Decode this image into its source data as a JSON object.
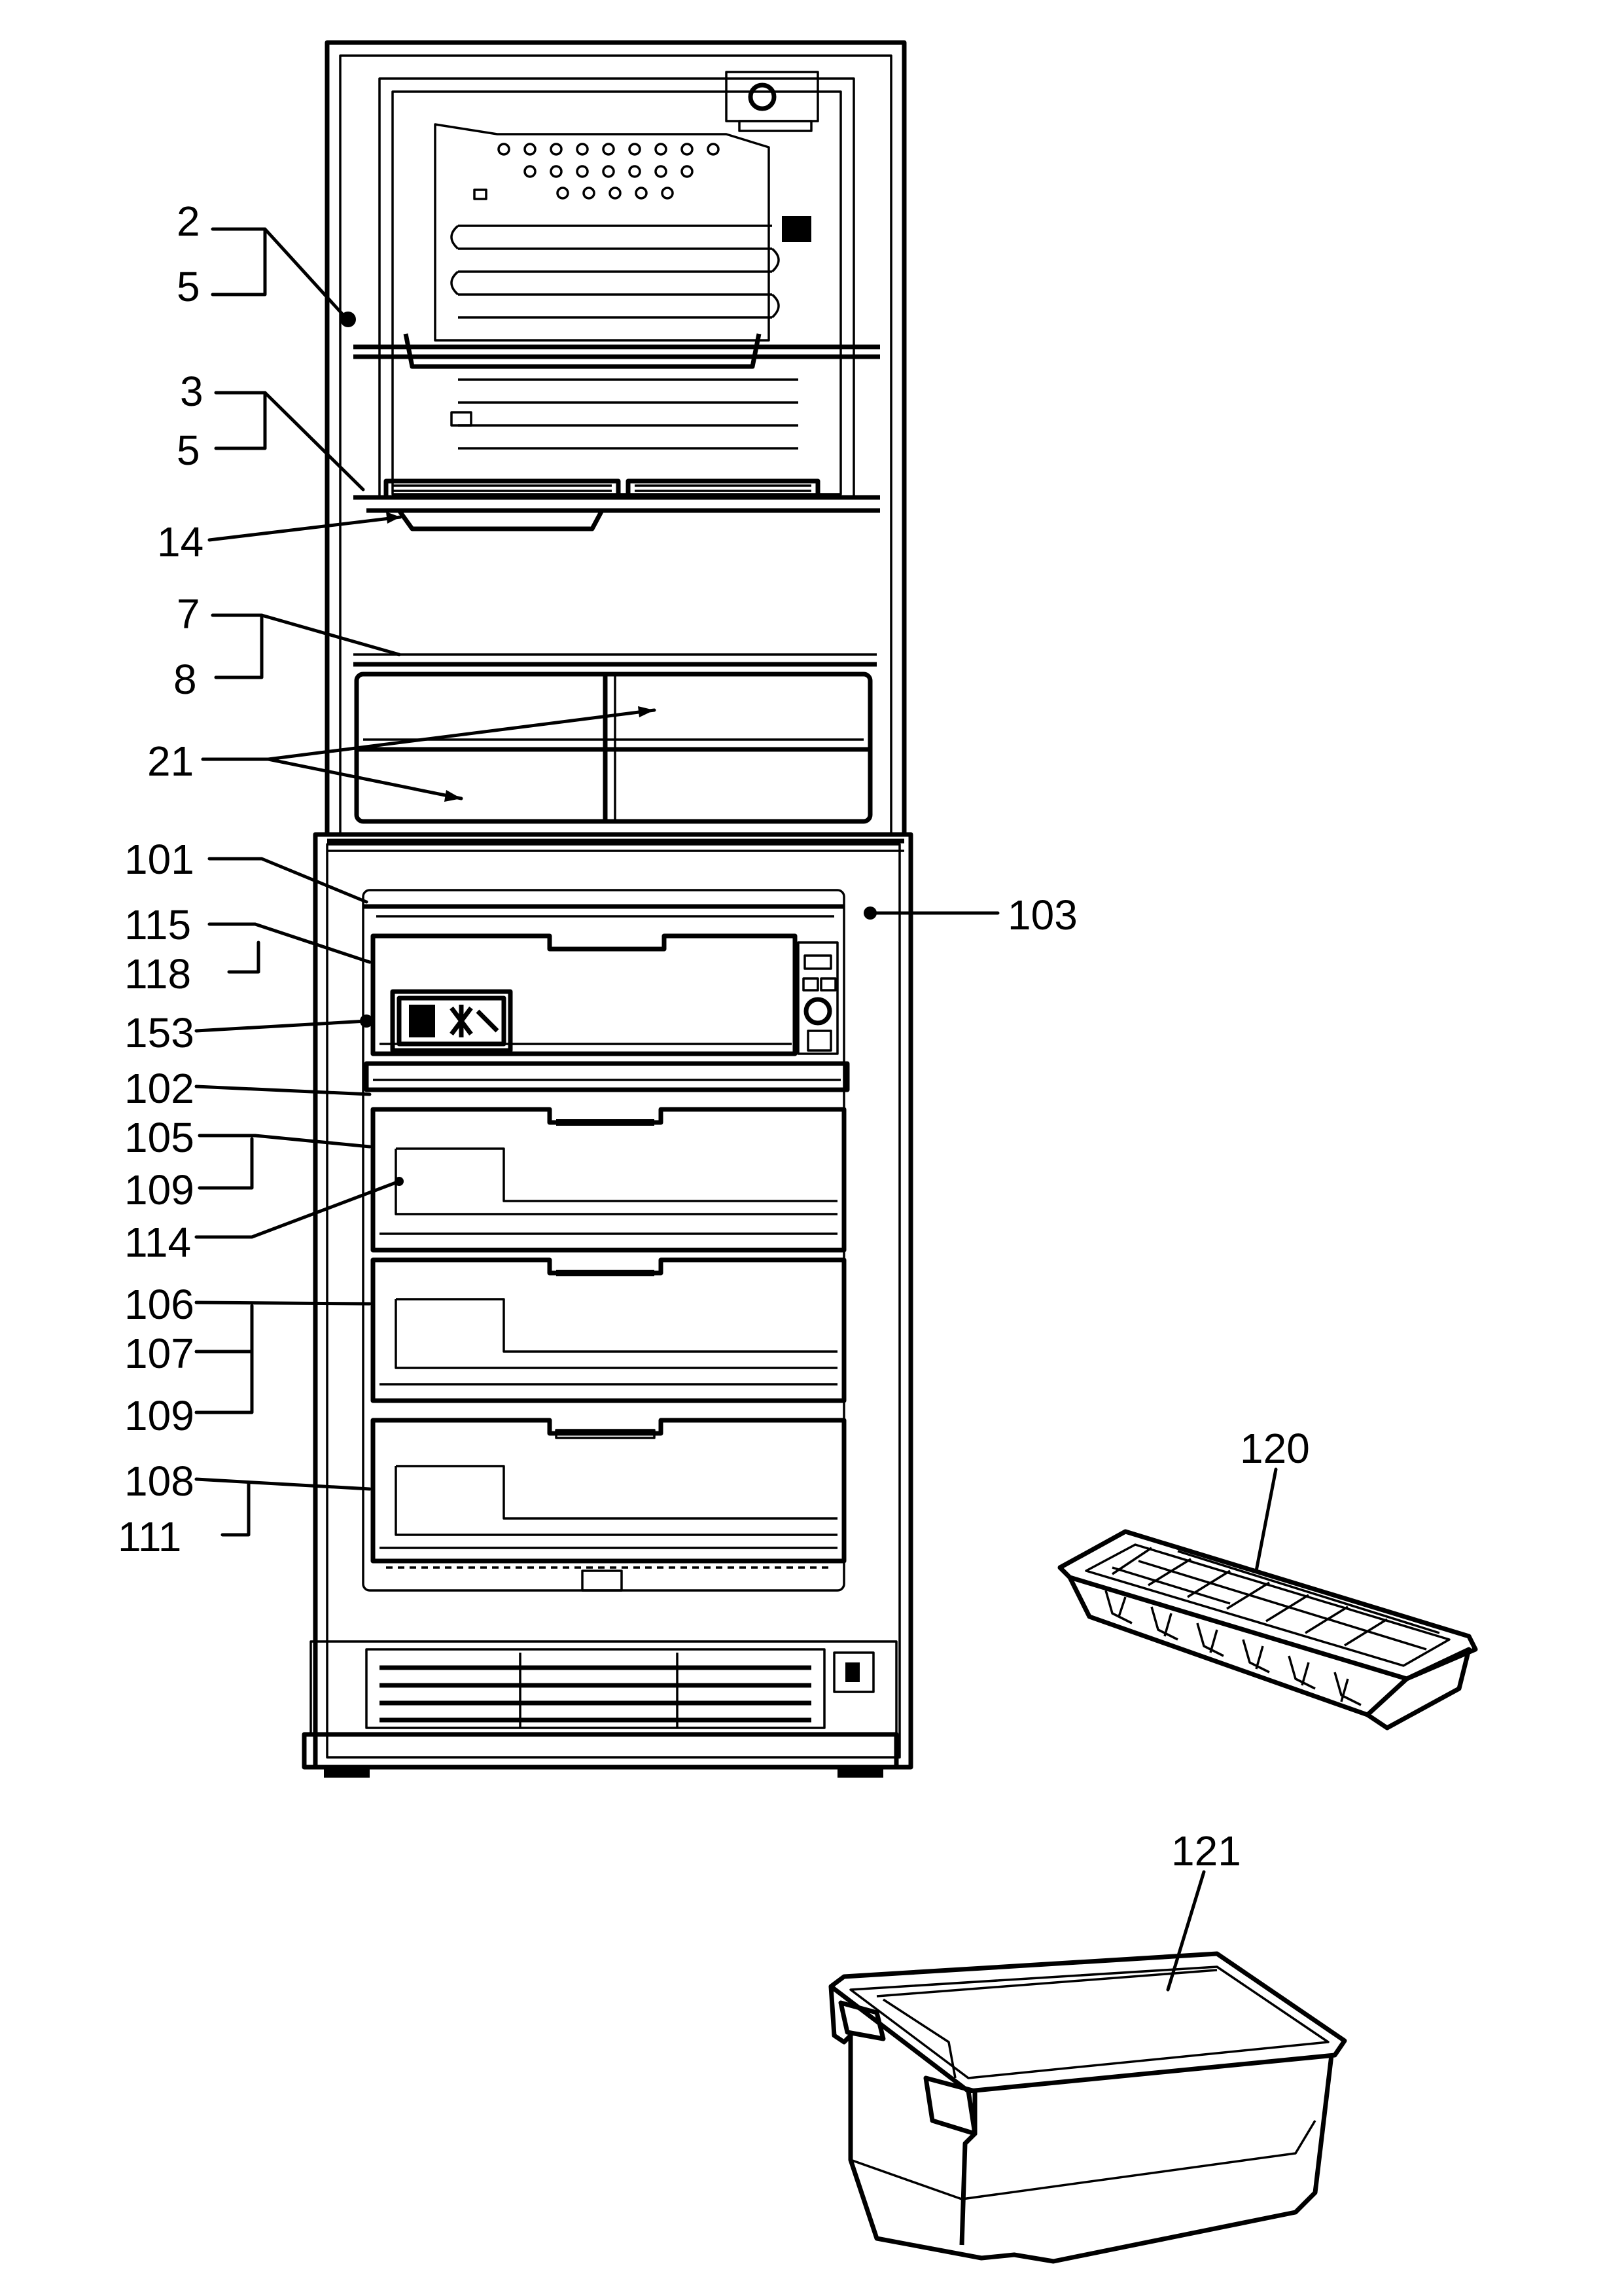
{
  "diagram": {
    "labels": {
      "l2": "2",
      "l5a": "5",
      "l3": "3",
      "l5b": "5",
      "l14": "14",
      "l7": "7",
      "l8": "8",
      "l21": "21",
      "l101": "101",
      "l103": "103",
      "l115": "115",
      "l118": "118",
      "l153": "153",
      "l102": "102",
      "l105": "105",
      "l109a": "109",
      "l114": "114",
      "l106": "106",
      "l107": "107",
      "l109b": "109",
      "l108": "108",
      "l111": "111",
      "l120": "120",
      "l121": "121"
    },
    "colors": {
      "ink": "#000000",
      "paper": "#ffffff"
    }
  }
}
